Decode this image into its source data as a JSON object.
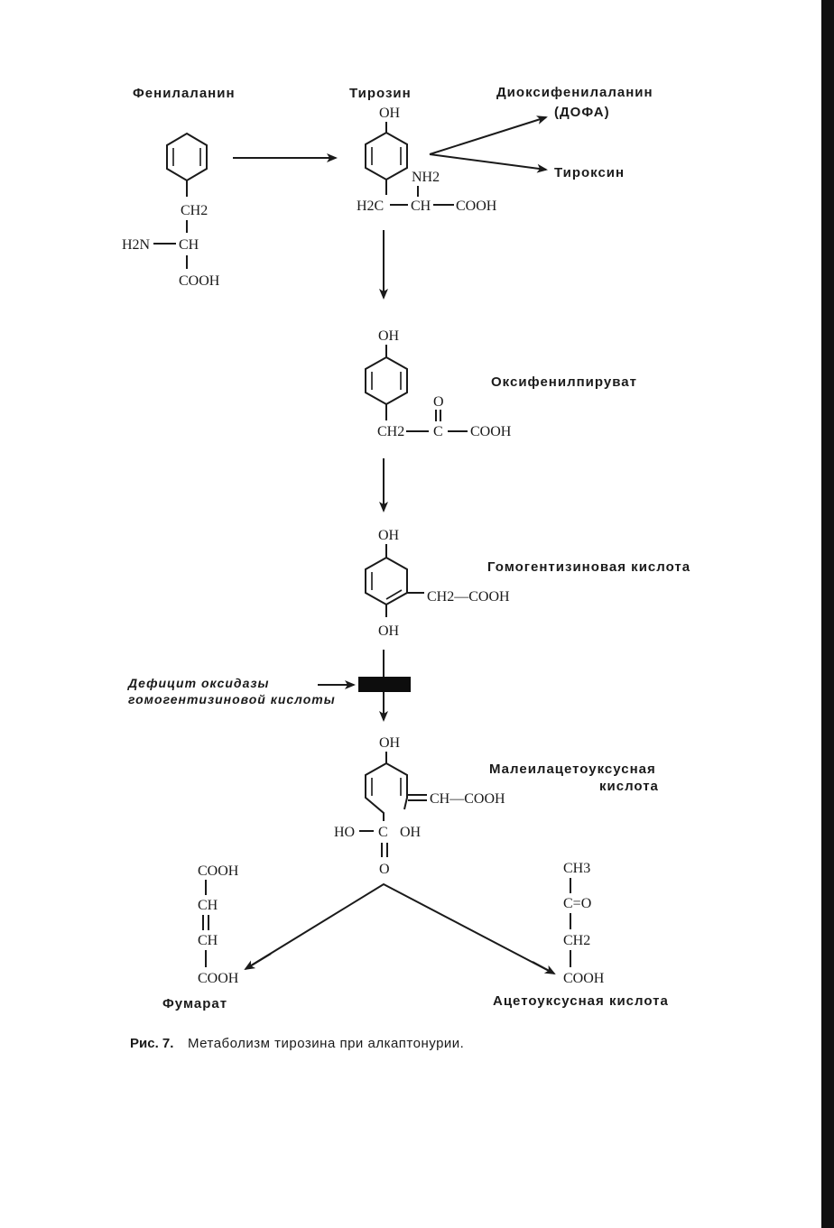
{
  "compounds": {
    "phenylalanine": {
      "name": "Фенилаланин",
      "ch2": "CH2",
      "amine": "H2N",
      "ch": "CH",
      "cooh": "COOH"
    },
    "tyrosine": {
      "name": "Тирозин",
      "oh": "OH",
      "nh2": "NH2",
      "ch2": "H2C",
      "ch": "CH",
      "cooh": "COOH"
    },
    "dopa": {
      "name": "Диоксифенилаланин",
      "abbr": "(ДОФА)"
    },
    "thyroxine": {
      "name": "Тироксин"
    },
    "hydroxyphenylpyruvate": {
      "name": "Оксифенилпируват",
      "oh": "OH",
      "o": "O",
      "ch2": "CH2",
      "c": "C",
      "cooh": "COOH"
    },
    "homogentisic": {
      "name": "Гомогентизиновая кислота",
      "oh_top": "OH",
      "oh_bottom": "OH",
      "ch2cooh": "CH2—COOH"
    },
    "maleylacetoacetic": {
      "name_line1": "Малеилацетоуксусная",
      "name_line2": "кислота",
      "oh_top": "OH",
      "ch_cooh": "CH—COOH",
      "ho": "HO",
      "c": "C",
      "oh": "OH",
      "o": "O"
    },
    "fumarate": {
      "name": "Фумарат",
      "cooh_top": "COOH",
      "ch1": "CH",
      "ch2": "CH",
      "cooh_bottom": "COOH"
    },
    "acetoacetic": {
      "name": "Ацетоуксусная кислота",
      "ch3": "CH3",
      "co": "C=O",
      "ch2": "CH2",
      "cooh": "COOH"
    }
  },
  "deficiency": {
    "line1": "Дефицит оксидазы",
    "line2": "гомогентизиновой кислоты"
  },
  "caption": {
    "label": "Рис. 7.",
    "text": "Метаболизм тирозина при алкаптонурии."
  }
}
